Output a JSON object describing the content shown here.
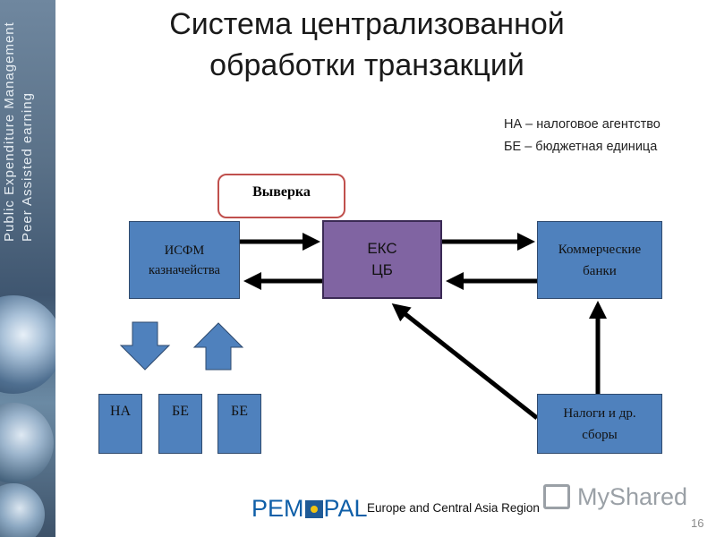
{
  "sidebar": {
    "line1": "Public Expenditure Management",
    "line2": "Peer Assisted earning"
  },
  "title": "Система централизованной обработки транзакций",
  "legend": {
    "na": "НА – налоговое агентство",
    "be": "БЕ – бюджетная единица"
  },
  "diagram": {
    "reconciliation": "Выверка",
    "isfm": [
      "ИСФМ",
      "казначейства"
    ],
    "eks": [
      "ЕКС",
      "ЦБ"
    ],
    "banks": [
      "Коммерческие",
      "банки"
    ],
    "taxes": [
      "Налоги и др.",
      "сборы"
    ],
    "na": "НА",
    "be1": "БЕ",
    "be2": "БЕ"
  },
  "footer": {
    "logo": "PEM",
    "logo_end": "PAL",
    "region": "Europe and Central Asia Region",
    "watermark": "MyShared",
    "page": "16"
  },
  "colors": {
    "box_blue": "#4f81bd",
    "box_purple": "#8064a2",
    "reconciliation_border": "#c0504d"
  }
}
